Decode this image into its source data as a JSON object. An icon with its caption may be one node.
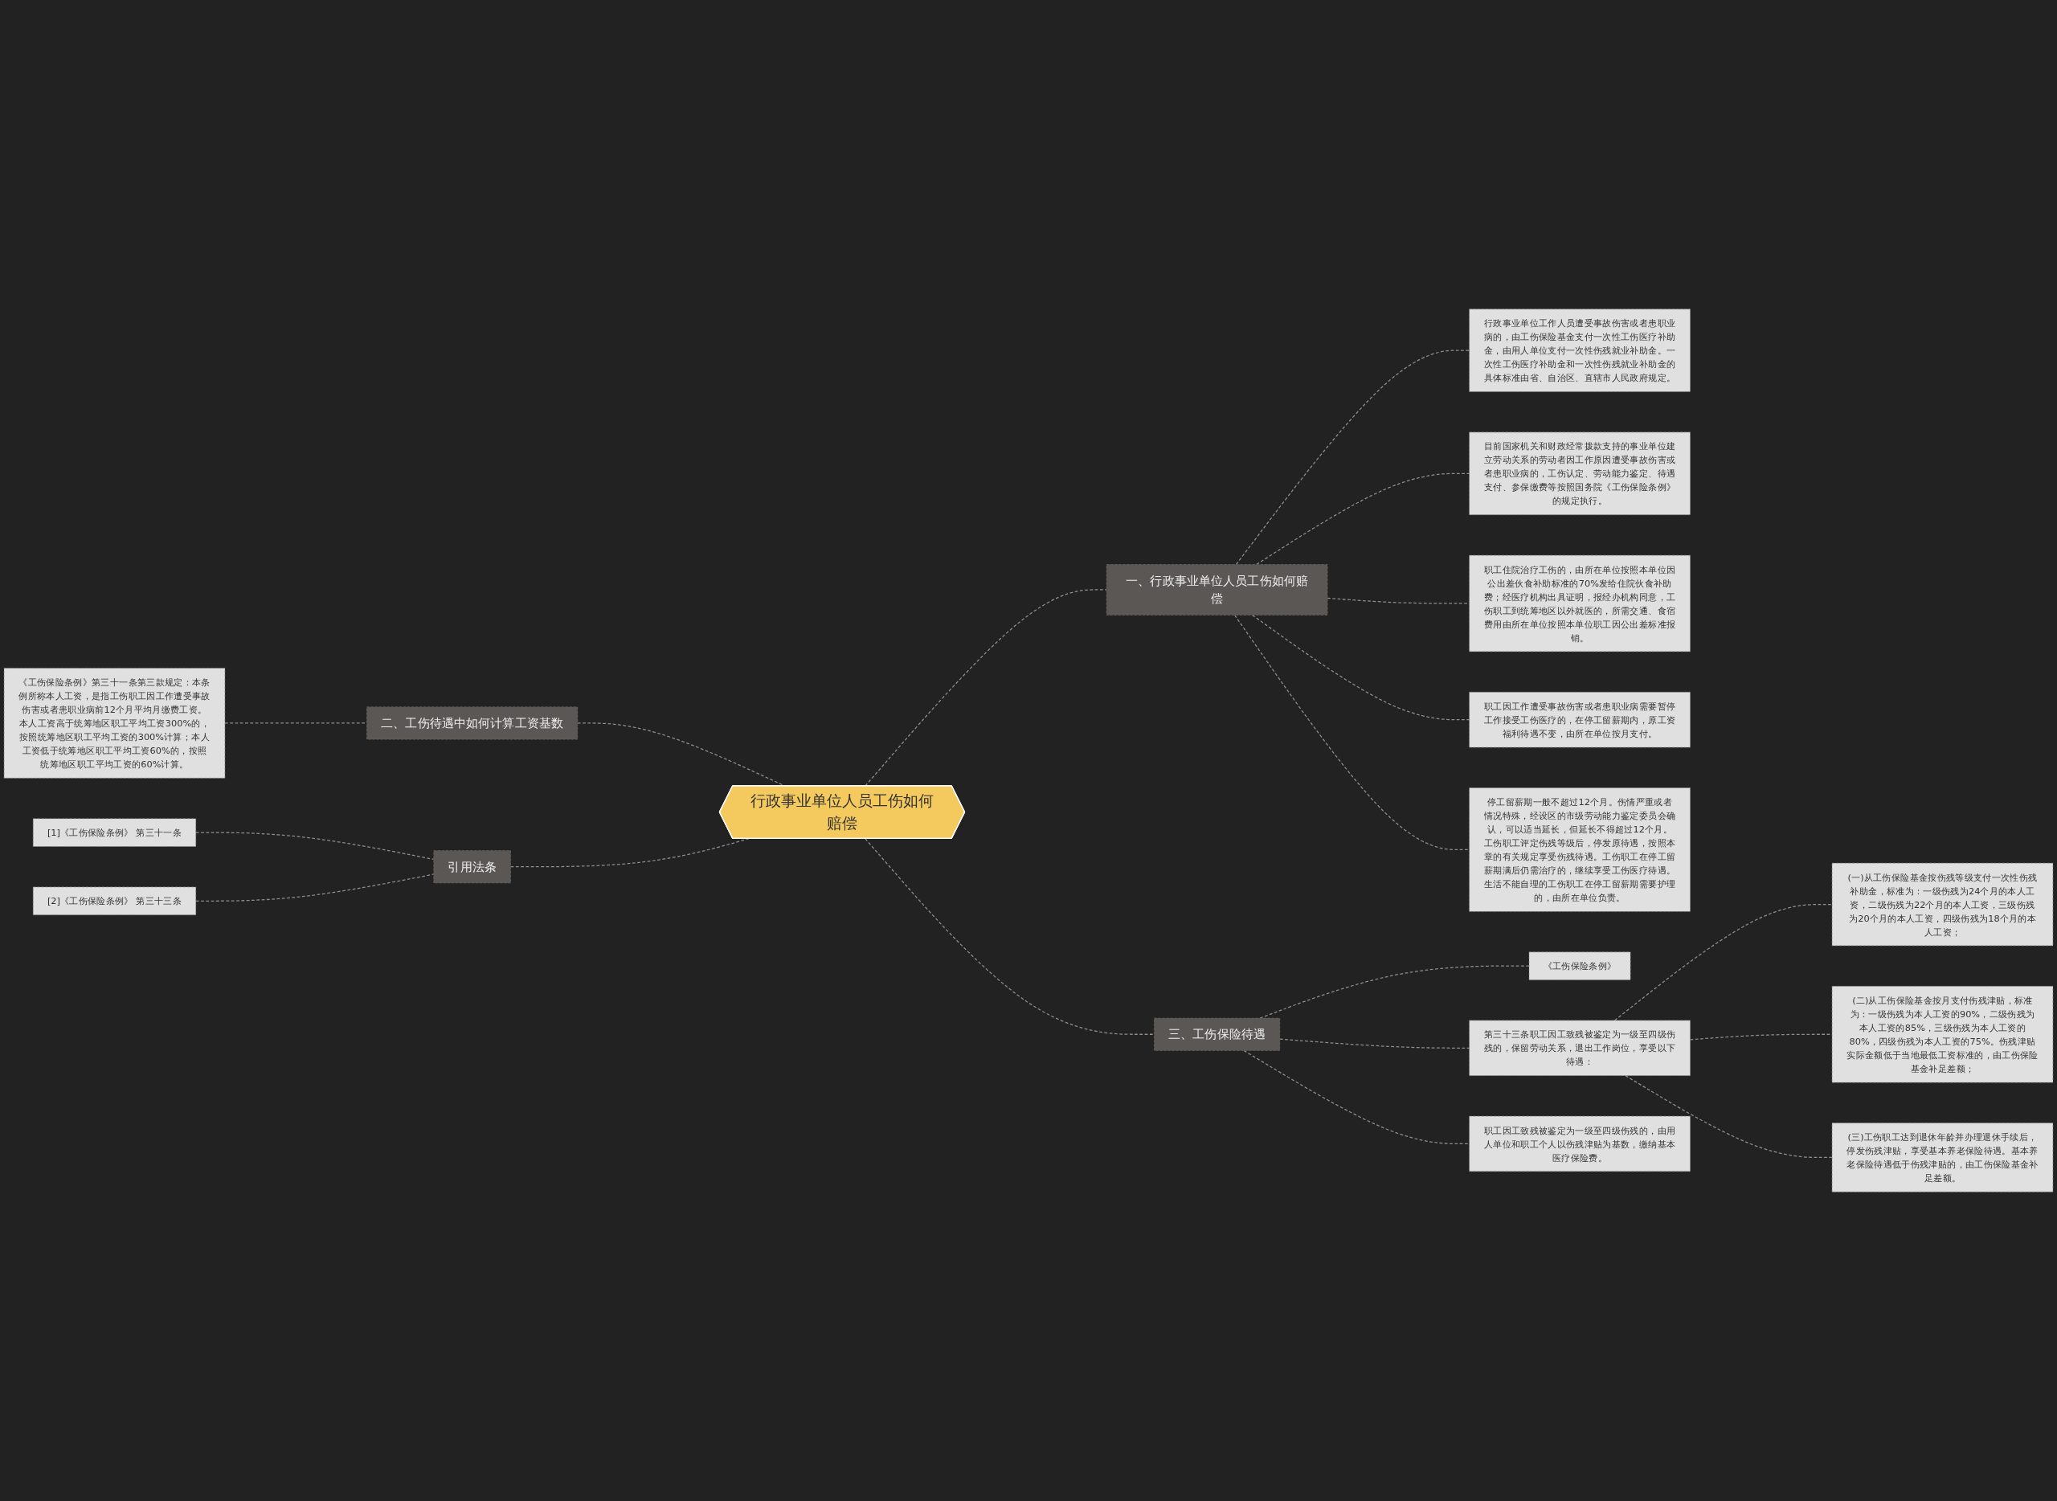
{
  "diagram": {
    "nodes": [
      {
        "text": [
          "行政事业单位人员工伤如何赔偿"
        ]
      },
      {
        "text": [
          "一、行政事业单位人员工伤如何赔偿"
        ]
      },
      {
        "text": [
          "行政事业单位工作人员遭受事故伤害或者患职业病的，由工伤保险基金支付一次性工伤医疗补助金，由用人单位支付一次性伤残就业补助金。一次性工伤医疗补助金和一次性伤残就业补助金的具体标准由省、自治区、直辖市人民政府规定。"
        ]
      },
      {
        "text": [
          "目前国家机关和财政经常拨款支持的事业单位建立劳动关系的劳动者因工作原因遭受事故伤害或者患职业病的，工伤认定、劳动能力鉴定、待遇支付、参保缴费等按照国务院《工伤保险条例》的规定执行。"
        ]
      },
      {
        "text": [
          "职工住院治疗工伤的，由所在单位按照本单位因公出差伙食补助标准的70%发给住院伙食补助费；经医疗机构出具证明，报经办机构同意，工伤职工到统筹地区以外就医的，所需交通、食宿费用由所在单位按照本单位职工因公出差标准报销。"
        ]
      },
      {
        "text": [
          "职工因工作遭受事故伤害或者患职业病需要暂停工作接受工伤医疗的，在停工留薪期内，原工资福利待遇不变，由所在单位按月支付。"
        ]
      },
      {
        "text": [
          "停工留薪期一般不超过12个月。伤情严重或者情况特殊，经设区的市级劳动能力鉴定委员会确认，可以适当延长，但延长不得超过12个月。工伤职工评定伤残等级后，停发原待遇，按照本章的有关规定享受伤残待遇。工伤职工在停工留薪期满后仍需治疗的，继续享受工伤医疗待遇。生活不能自理的工伤职工在停工留薪期需要护理的，由所在单位负责。"
        ]
      },
      {
        "text": [
          "二、工伤待遇中如何计算工资基数"
        ]
      },
      {
        "text": [
          "《工伤保险条例》第三十一条第三款规定：本条例所称本人工资，是指工伤职工因工作遭受事故伤害或者患职业病前12个月平均月缴费工资。本人工资高于统筹地区职工平均工资300%的，按照统筹地区职工平均工资的300%计算；本人工资低于统筹地区职工平均工资60%的，按照统筹地区职工平均工资的60%计算。"
        ]
      },
      {
        "text": [
          "引用法条"
        ]
      },
      {
        "text": [
          "[1]《工伤保险条例》 第三十一条"
        ]
      },
      {
        "text": [
          "[2]《工伤保险条例》 第三十三条"
        ]
      },
      {
        "text": [
          "三、工伤保险待遇"
        ]
      },
      {
        "text": [
          "《工伤保险条例》"
        ]
      },
      {
        "text": [
          "第三十三条职工因工致残被鉴定为一级至四级伤残的，保留劳动关系，退出工作岗位，享受以下待遇："
        ]
      },
      {
        "text": [
          "(一)从工伤保险基金按伤残等级支付一次性伤残补助金，标准为：一级伤残为24个月的本人工资，二级伤残为22个月的本人工资，三级伤残为20个月的本人工资，四级伤残为18个月的本人工资；"
        ]
      },
      {
        "text": [
          "(二)从工伤保险基金按月支付伤残津贴，标准为：一级伤残为本人工资的90%，二级伤残为本人工资的85%，三级伤残为本人工资的80%，四级伤残为本人工资的75%。伤残津贴实际金额低于当地最低工资标准的，由工伤保险基金补足差额；"
        ]
      },
      {
        "text": [
          "(三)工伤职工达到退休年龄并办理退休手续后，停发伤残津贴，享受基本养老保险待遇。基本养老保险待遇低于伤残津贴的，由工伤保险基金补足差额。"
        ]
      },
      {
        "text": [
          "职工因工致残被鉴定为一级至四级伤残的，由用人单位和职工个人以伤残津贴为基数，缴纳基本医疗保险费。"
        ]
      }
    ],
    "edges": [
      {
        "from": 0,
        "to": 1,
        "arrow": "none"
      },
      {
        "from": 1,
        "to": 2,
        "arrow": "none"
      },
      {
        "from": 1,
        "to": 3,
        "arrow": "none"
      },
      {
        "from": 1,
        "to": 4,
        "arrow": "none"
      },
      {
        "from": 1,
        "to": 5,
        "arrow": "none"
      },
      {
        "from": 1,
        "to": 6,
        "arrow": "none"
      },
      {
        "from": 8,
        "to": 7,
        "arrow": "none"
      },
      {
        "from": 7,
        "to": 0,
        "arrow": "none"
      },
      {
        "from": 10,
        "to": 9,
        "arrow": "none"
      },
      {
        "from": 11,
        "to": 9,
        "arrow": "none"
      },
      {
        "from": 9,
        "to": 0,
        "arrow": "none"
      },
      {
        "from": 0,
        "to": 12,
        "arrow": "none"
      },
      {
        "from": 12,
        "to": 13,
        "arrow": "none"
      },
      {
        "from": 12,
        "to": 14,
        "arrow": "none"
      },
      {
        "from": 14,
        "to": 15,
        "arrow": "none"
      },
      {
        "from": 14,
        "to": 16,
        "arrow": "none"
      },
      {
        "from": 14,
        "to": 17,
        "arrow": "none"
      },
      {
        "from": 12,
        "to": 18,
        "arrow": "none"
      }
    ]
  }
}
